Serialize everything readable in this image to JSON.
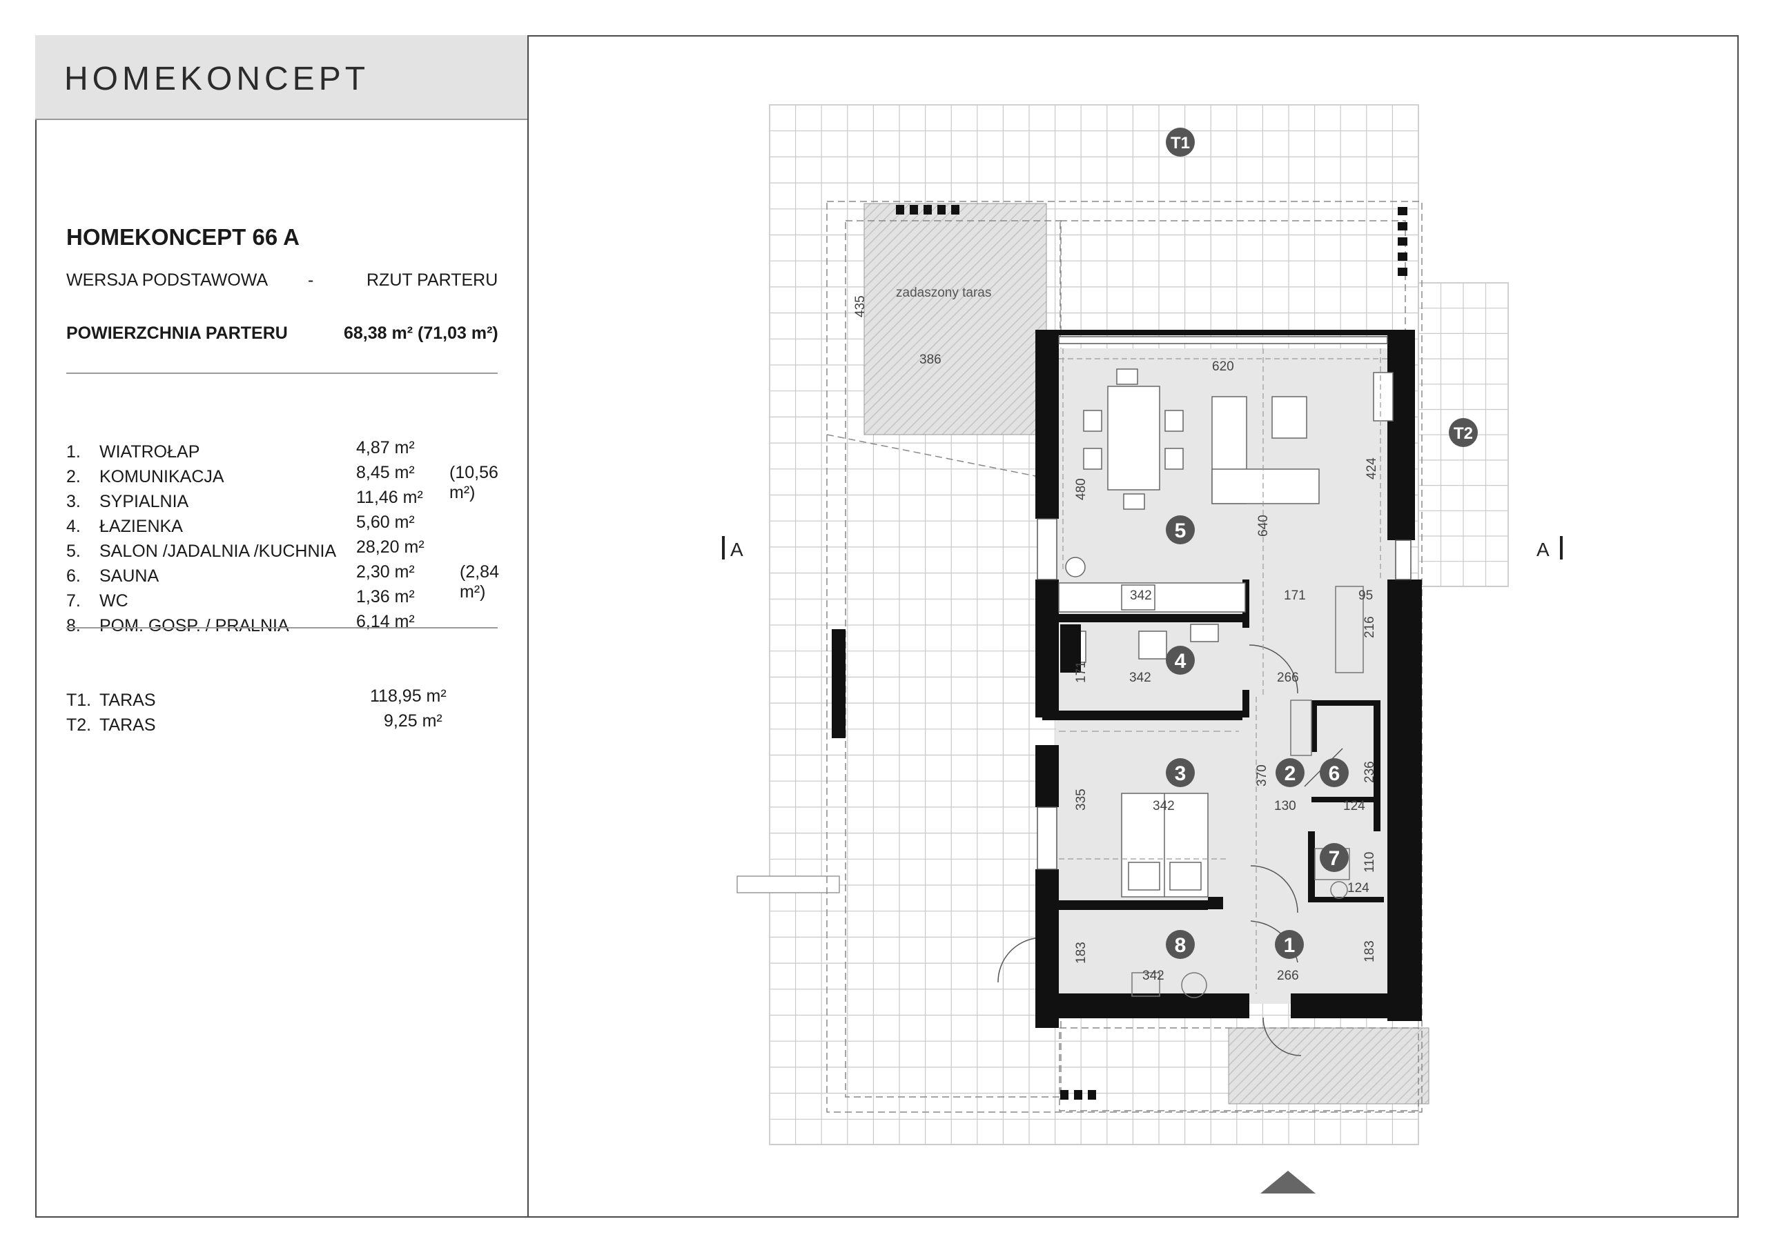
{
  "header": {
    "brand": "HOMEKONCEPT"
  },
  "project": {
    "title": "HOMEKONCEPT 66 A",
    "version": "WERSJA  PODSTAWOWA",
    "dash": "-",
    "view": "RZUT PARTERU",
    "area_label": "POWIERZCHNIA PARTERU",
    "area_value": "68,38 m² (71,03 m²)"
  },
  "rooms": [
    {
      "num": "1.",
      "name": "WIATROŁAP",
      "area": "4,87 m²",
      "extra": ""
    },
    {
      "num": "2.",
      "name": "KOMUNIKACJA",
      "area": "8,45 m²",
      "extra": "(10,56 m²)"
    },
    {
      "num": "3.",
      "name": "SYPIALNIA",
      "area": "11,46 m²",
      "extra": ""
    },
    {
      "num": "4.",
      "name": "ŁAZIENKA",
      "area": "5,60 m²",
      "extra": ""
    },
    {
      "num": "5.",
      "name": "SALON /JADALNIA /KUCHNIA",
      "area": "28,20 m²",
      "extra": ""
    },
    {
      "num": "6.",
      "name": "SAUNA",
      "area": "2,30 m²",
      "extra": "(2,84 m²)"
    },
    {
      "num": "7.",
      "name": "WC",
      "area": "1,36 m²",
      "extra": ""
    },
    {
      "num": "8.",
      "name": "POM. GOSP. / PRALNIA",
      "area": "6,14 m²",
      "extra": ""
    }
  ],
  "terraces": [
    {
      "num": "T1.",
      "name": "TARAS",
      "area": "118,95 m²"
    },
    {
      "num": "T2.",
      "name": "TARAS",
      "area": "9,25 m²"
    }
  ],
  "plan": {
    "covered_terrace": "zadaszony taras",
    "section_mark": "A",
    "markers": [
      "1",
      "2",
      "3",
      "4",
      "5",
      "6",
      "7",
      "8",
      "T1",
      "T2"
    ],
    "dimensions": {
      "d435": "435",
      "d386": "386",
      "d620": "620",
      "d480": "480",
      "d640": "640",
      "d424": "424",
      "d342a": "342",
      "d171a": "171",
      "d95": "95",
      "d216": "216",
      "d171b": "171",
      "d342b": "342",
      "d266a": "266",
      "d370": "370",
      "d335": "335",
      "d342c": "342",
      "d130": "130",
      "d236": "236",
      "d124a": "124",
      "d110": "110",
      "d124b": "124",
      "d183a": "183",
      "d342d": "342",
      "d266b": "266",
      "d183b": "183"
    }
  },
  "colors": {
    "wall": "#111111",
    "marker": "#555555",
    "grid": "#cfcfcf",
    "floor": "#e6e6e6"
  }
}
